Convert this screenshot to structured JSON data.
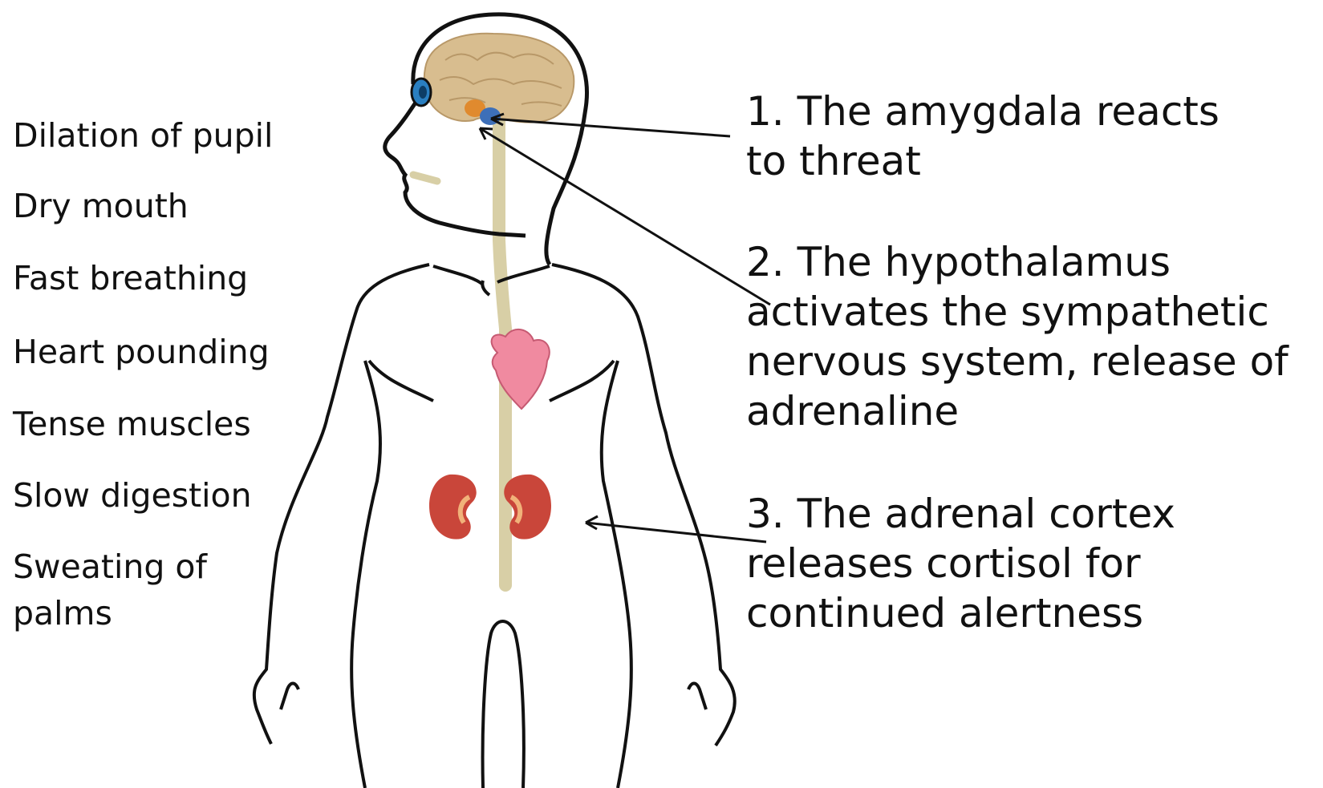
{
  "symptoms": [
    "Dilation of pupil",
    "Dry mouth",
    "Fast breathing",
    "Heart pounding",
    "Tense muscles",
    "Slow digestion",
    "Sweating of palms"
  ],
  "steps": [
    "1. The amygdala reacts to threat",
    "2. The hypothalamus activates the sympathetic nervous system, release of adrenaline",
    "3. The adrenal cortex releases cortisol for continued alertness"
  ],
  "colors": {
    "outline": "#111111",
    "brain": "#d8bd8f",
    "brain_fold": "#b89868",
    "spinal_cord": "#d8cfa6",
    "eye": "#2a7fc1",
    "amygdala": "#e08a2e",
    "hypothalamus": "#3d6fb8",
    "heart": "#f08aa0",
    "kidney": "#c9463a",
    "kidney_inner": "#f1b27a"
  }
}
